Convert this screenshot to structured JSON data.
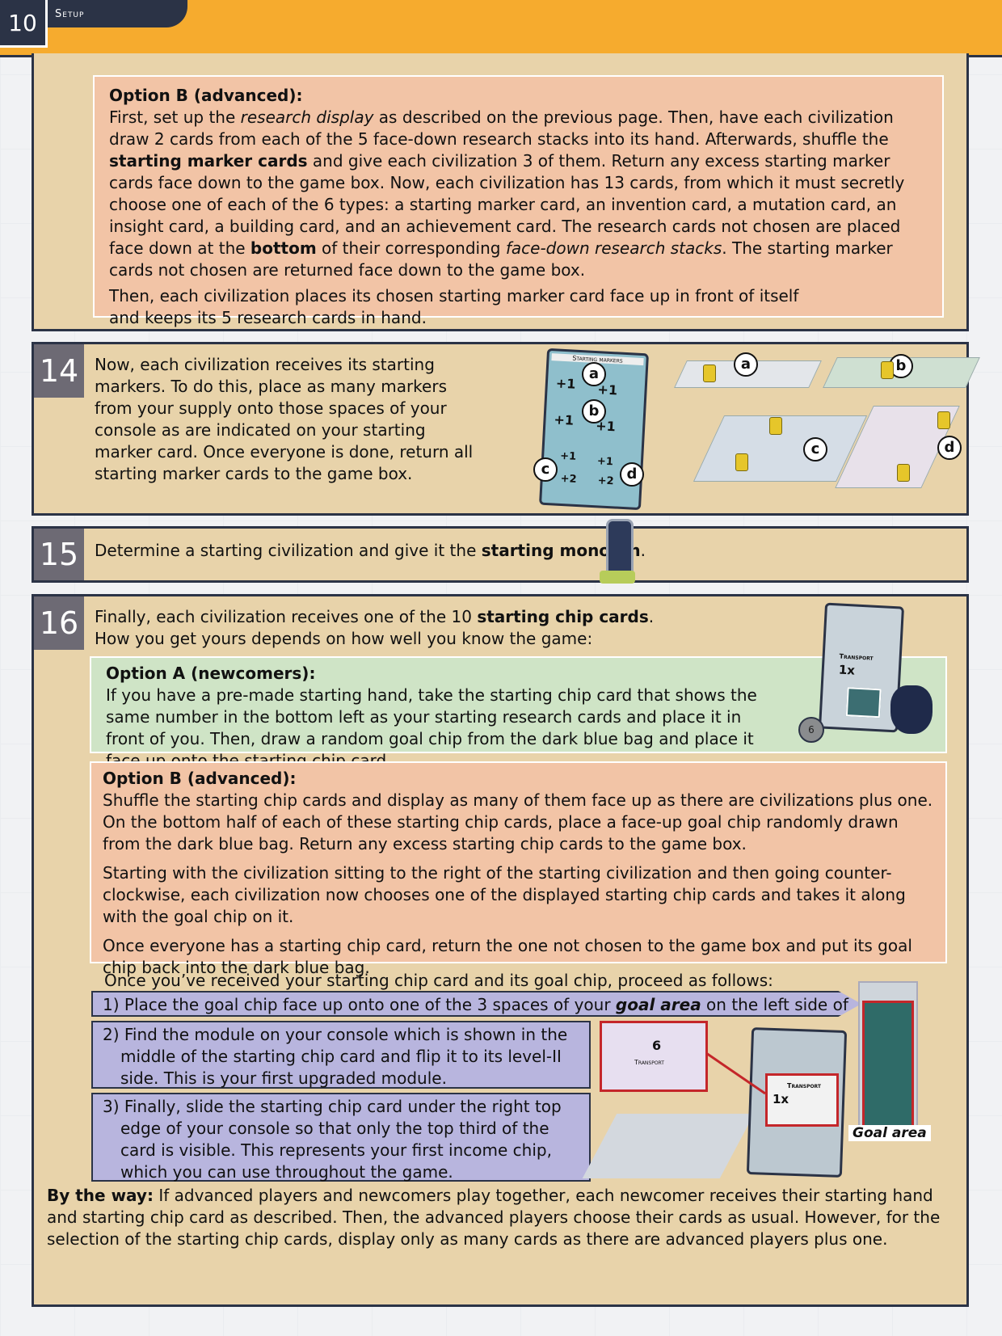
{
  "header": {
    "page_number": "10",
    "section": "Setup"
  },
  "panel_top": {
    "option_b_title": "Option B (advanced):",
    "p1_a": "First, set up the ",
    "p1_b": "research display",
    "p1_c": " as described on the previous page. Then, have each civilization draw 2 cards from each of the 5 face-down research stacks into its hand. Afterwards, shuffle the ",
    "p1_d": "starting marker cards",
    "p1_e": " and give each civilization 3 of them. Return any excess starting marker cards face down to the game box. Now, each civilization has 13 cards, from which it must secretly choose one of each of the 6 types: a starting marker card, an invention card, a mutation card, an insight card, a building card, and an achievement card. The research cards not chosen are placed face down at the ",
    "p1_f": "bottom",
    "p1_g": " of their corresponding ",
    "p1_h": "face-down research stacks",
    "p1_i": ". The starting marker cards not chosen are returned face down to the game box.",
    "p2": "Then, each civilization places its chosen starting marker card face up in front of itself and keeps its 5 research cards in hand."
  },
  "step14": {
    "number": "14",
    "text": "Now, each civilization receives its starting markers. To do this, place as many markers from your supply onto those spaces of your console as are indicated on your starting marker card. Once everyone is done, return all starting marker cards to the game box.",
    "card_title": "Starting markers",
    "labels": [
      "a",
      "b",
      "c",
      "d"
    ],
    "card_values": [
      "+1",
      "+1",
      "+1",
      "+1",
      "+1",
      "+1",
      "+2",
      "+2"
    ]
  },
  "step15": {
    "number": "15",
    "text_a": "Determine a starting civilization and give it the ",
    "text_b": "starting monolith",
    "text_c": "."
  },
  "step16": {
    "number": "16",
    "intro_a": "Finally, each civilization receives one of the 10 ",
    "intro_b": "starting chip cards",
    "intro_c": ".",
    "intro_2": "How you get yours depends on how well you know the game:",
    "option_a_title": "Option A (newcomers):",
    "option_a_text": "If you have a pre-made starting hand, take the starting chip card that shows the same number in the bottom left as your starting research cards and place it in front of you. Then, draw a random goal chip from the dark blue bag and place it face up onto the starting chip card.",
    "option_b_title": "Option B (advanced):",
    "option_b_p1": "Shuffle the starting chip cards and display as many of them face up as there are civilizations plus one. On the bottom half of each of these starting chip cards, place a face-up goal chip randomly drawn from the dark blue bag. Return any excess starting chip cards to the game box.",
    "option_b_p2": "Starting with the civilization sitting to the right of the starting civilization and then going counter-clockwise, each civilization now chooses one of the displayed starting chip cards and takes it along with the goal chip on it.",
    "option_b_p3": "Once everyone has a starting chip card, return the one not chosen to the game box and put its goal chip back into the dark blue bag.",
    "proceed": "Once you’ve received your starting chip card and its goal chip, proceed as follows:",
    "item1_a": "1) Place the goal chip face up onto one of the 3 spaces of your ",
    "item1_b": "goal area",
    "item1_c": " on the left side of your console.",
    "item2": "2) Find the module on your console which is shown in the middle of the starting chip card and flip it to its level-II side. This is your first upgraded module.",
    "item3": "3) Finally, slide the starting chip card under the right top edge of your console so that only the top third of the card is visible. This represents your first income chip, which you can use throughout the game.",
    "goal_area_label": "Goal area",
    "transport_label": "Transport",
    "transport_mult": "1x",
    "chip_number": "6",
    "by_the_way_label": "By the way:",
    "by_the_way_text": " If advanced players and newcomers play together, each newcomer receives their starting hand and starting chip card as described. Then, the advanced players choose their cards as usual. However, for the selection of the starting chip cards, display only as many cards as there are advanced players plus one."
  }
}
